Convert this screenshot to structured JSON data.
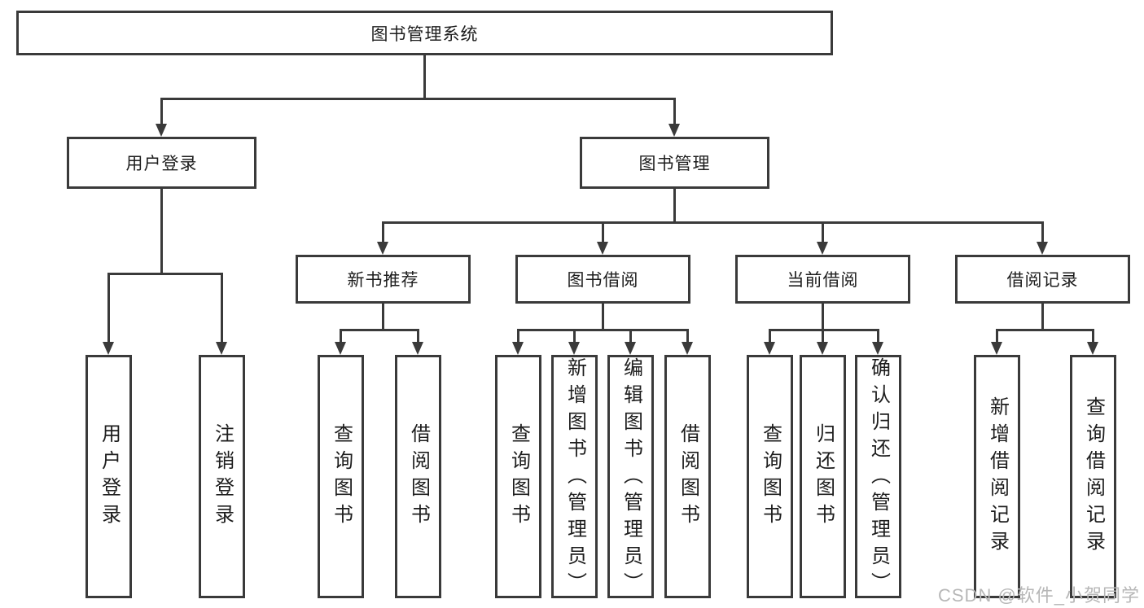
{
  "diagram": {
    "root": {
      "label": "图书管理系统"
    },
    "level2": [
      {
        "label": "用户登录"
      },
      {
        "label": "图书管理"
      }
    ],
    "level3": [
      {
        "label": "新书推荐"
      },
      {
        "label": "图书借阅"
      },
      {
        "label": "当前借阅"
      },
      {
        "label": "借阅记录"
      }
    ],
    "leaves": {
      "user_login": [
        "用户登录",
        "注销登录"
      ],
      "new_book": [
        "查询图书",
        "借阅图书"
      ],
      "borrow": [
        "查询图书",
        "新增图书（管理员）",
        "编辑图书（管理员）",
        "借阅图书"
      ],
      "current": [
        "查询图书",
        "归还图书",
        "确认归还（管理员）"
      ],
      "records": [
        "新增借阅记录",
        "查询借阅记录"
      ]
    }
  },
  "watermark": "CSDN @软件_小贺同学",
  "colors": {
    "line": "#3a3a3a",
    "text": "#1d1d1d",
    "watermark": "#b7b7b7",
    "background": "#ffffff"
  }
}
